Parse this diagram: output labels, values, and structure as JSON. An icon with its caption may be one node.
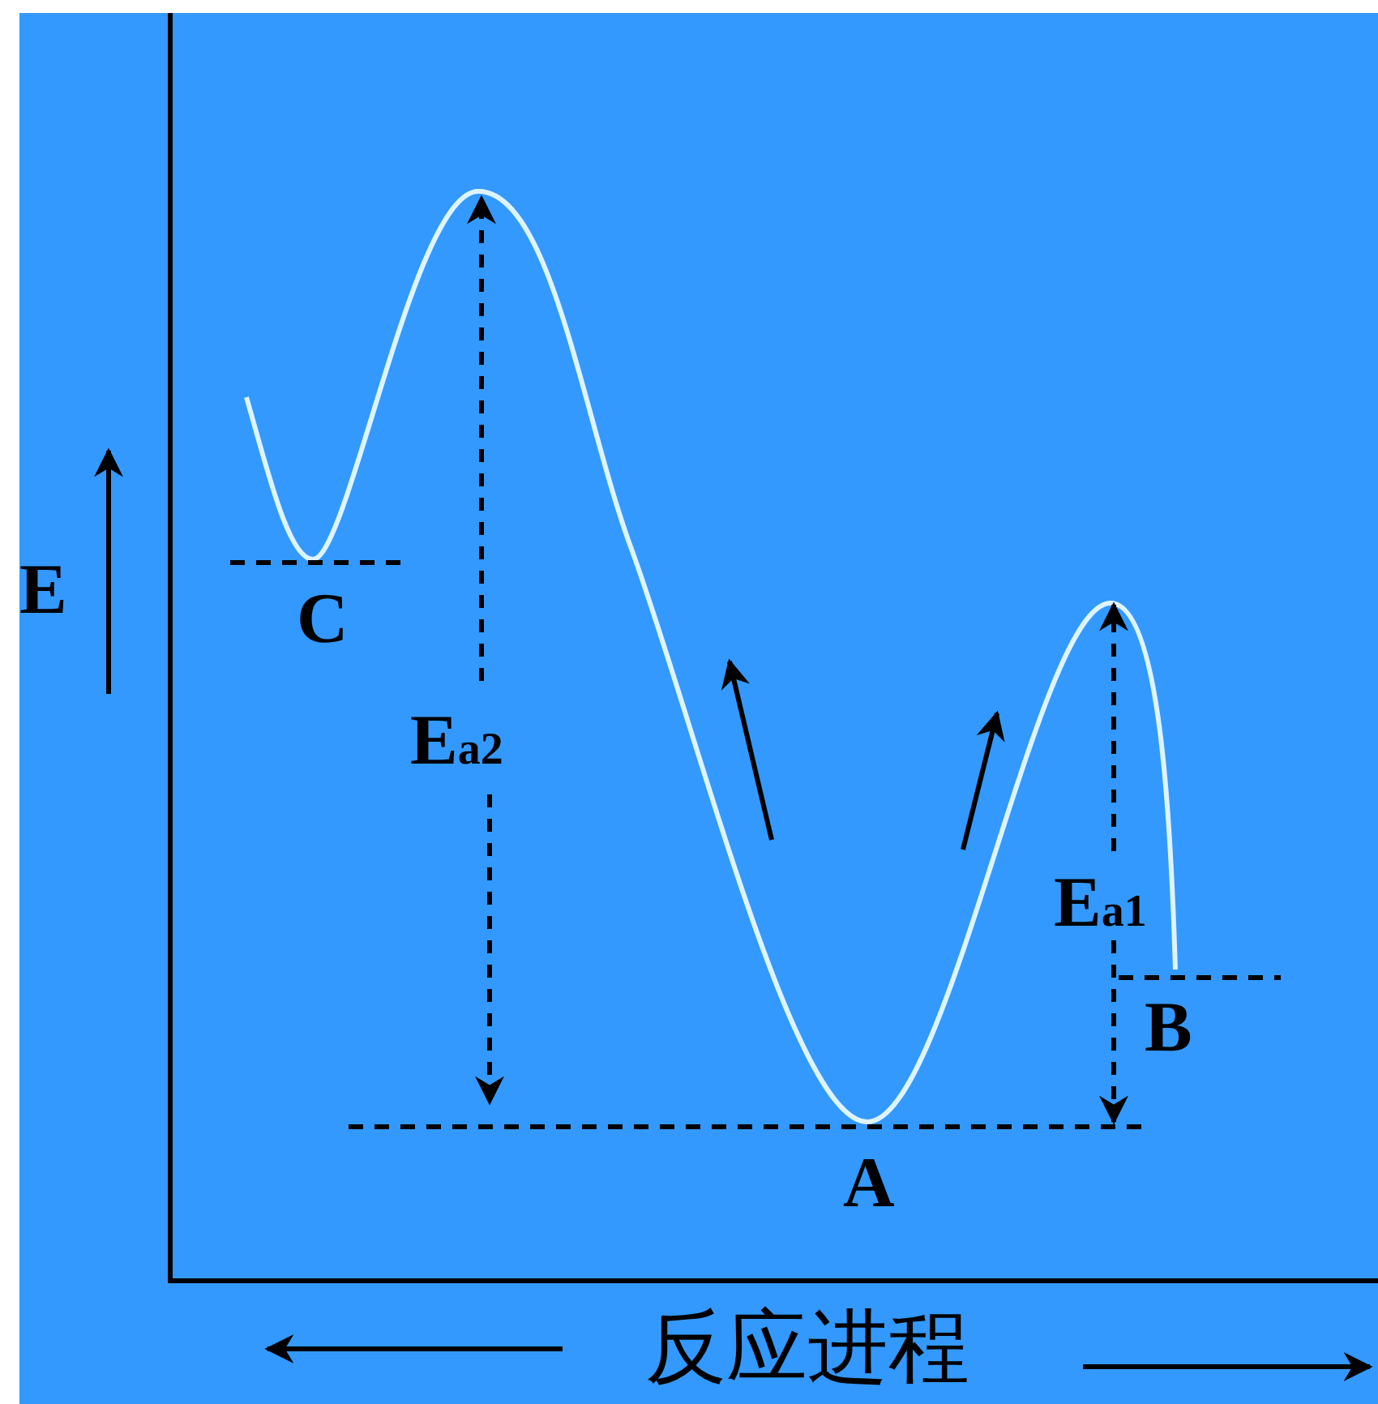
{
  "diagram": {
    "labels": [
      "E",
      "C",
      "E$_{a2}$",
      "E$_{a1}$",
      "B",
      "A",
      "反应进程"
    ]
  }
}
